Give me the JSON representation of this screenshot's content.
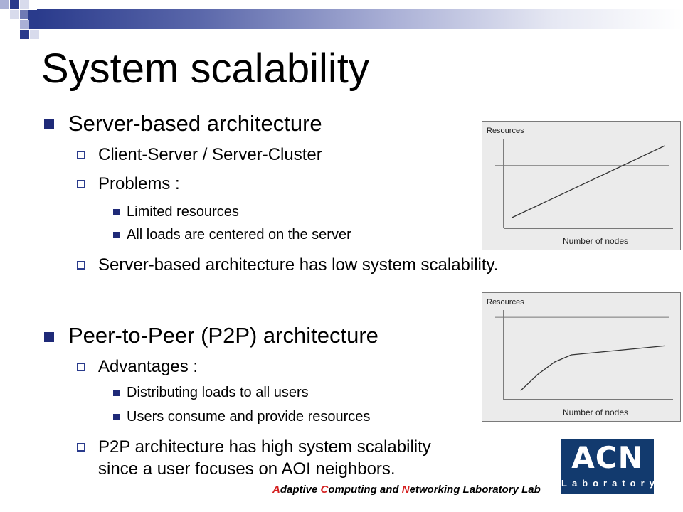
{
  "title": "System scalability",
  "sections": [
    {
      "heading": "Server-based architecture",
      "items": [
        {
          "text": "Client-Server / Server-Cluster"
        },
        {
          "text": "Problems :",
          "sub": [
            "Limited resources",
            "All loads are centered on the server"
          ]
        },
        {
          "text": "Server-based architecture has low system scalability."
        }
      ]
    },
    {
      "heading": "Peer-to-Peer (P2P) architecture",
      "items": [
        {
          "text": "Advantages :",
          "sub": [
            "Distributing loads to all users",
            "Users consume and provide resources"
          ]
        },
        {
          "text": "P2P architecture has high system scalability",
          "text2": "since a user focuses on AOI neighbors."
        }
      ]
    }
  ],
  "chart_data": [
    {
      "type": "line",
      "ylabel": "Resources",
      "xlabel": "Number of nodes",
      "curve": "linear",
      "series": [
        {
          "x": [
            0.05,
            0.95
          ],
          "y": [
            0.12,
            0.92
          ]
        }
      ],
      "threshold": 0.7
    },
    {
      "type": "line",
      "ylabel": "Resources",
      "xlabel": "Number of nodes",
      "curve": "saturating",
      "series": [
        {
          "x": [
            0.1,
            0.2,
            0.3,
            0.4,
            0.95
          ],
          "y": [
            0.1,
            0.28,
            0.42,
            0.5,
            0.6
          ]
        }
      ],
      "threshold": 0.92
    }
  ],
  "footer": {
    "a": "A",
    "b": "daptive ",
    "c": "C",
    "d": "omputing and ",
    "e": "N",
    "f": "etworking Laboratory Lab"
  },
  "logo": {
    "big": "ACN",
    "small": "Laboratory"
  }
}
